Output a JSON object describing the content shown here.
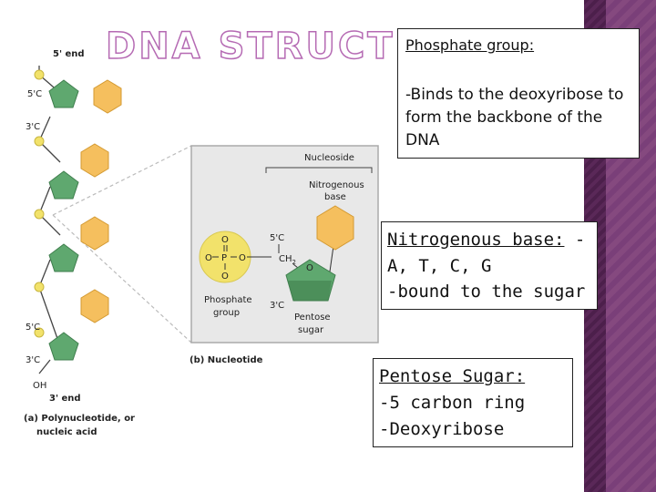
{
  "slide": {
    "title": "DNA STRUCTURE",
    "accent_color": "#b56ab3",
    "band_color": "#7a3f79"
  },
  "diagram": {
    "end5": "5' end",
    "label_5c_a": "5'C",
    "label_3c_a": "3'C",
    "label_5c_b": "5'C",
    "label_3c_b": "3'C",
    "oh": "OH",
    "end3": "3' end",
    "caption_a_line1": "(a) Polynucleotide, or",
    "caption_a_line2": "nucleic acid",
    "nucleoside": "Nucleoside",
    "nitrogenous_base_line1": "Nitrogenous",
    "nitrogenous_base_line2": "base",
    "phosphate_o_top": "O",
    "phosphate_o_left": "O",
    "phosphate_p": "P",
    "phosphate_o_right": "O",
    "phosphate_o_bottom": "O",
    "ch2": "CH",
    "ch2_sub": "2",
    "nuc_5c": "5'C",
    "nuc_3c": "3'C",
    "ring_o": "O",
    "phosphate_group_line1": "Phosphate",
    "phosphate_group_line2": "group",
    "pentose_line1": "Pentose",
    "pentose_line2": "sugar",
    "caption_b": "(b) Nucleotide",
    "colors": {
      "phosphate": "#f2e26b",
      "sugar": "#5fa86f",
      "base": "#f5bf5e"
    }
  },
  "callouts": {
    "phosphate": {
      "heading": "Phosphate group:",
      "body": "-Binds to the deoxyribose to form the backbone of the DNA"
    },
    "base": {
      "heading": "Nitrogenous base:",
      "heading_suffix": " -",
      "line2": "A, T, C, G",
      "line3": "-bound to the sugar"
    },
    "sugar": {
      "heading": "Pentose Sugar:",
      "line2": "-5 carbon ring",
      "line3": "-Deoxyribose"
    }
  }
}
